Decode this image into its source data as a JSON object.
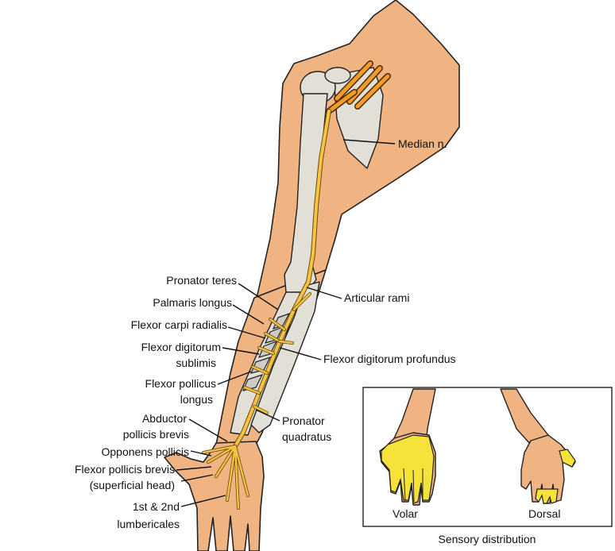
{
  "labels": {
    "median_n": "Median n.",
    "pronator_teres": "Pronator teres",
    "palmaris_longus": "Palmaris longus",
    "flexor_carpi_radialis": "Flexor carpi radialis",
    "flexor_digitorum_sublimis_1": "Flexor digitorum",
    "flexor_digitorum_sublimis_2": "sublimis",
    "flexor_pollicus_longus_1": "Flexor pollicus",
    "flexor_pollicus_longus_2": "longus",
    "abductor_pollicis_brevis_1": "Abductor",
    "abductor_pollicis_brevis_2": "pollicis brevis",
    "opponens_pollicis": "Opponens pollicis",
    "flexor_pollicis_brevis_1": "Flexor pollicis brevis",
    "flexor_pollicis_brevis_2": "(superficial head)",
    "lumbericales_1": "1st & 2nd",
    "lumbericales_2": "lumbericales",
    "articular_rami": "Articular rami",
    "flexor_digitorum_profundus": "Flexor digitorum profundus",
    "pronator_quadratus_1": "Pronator",
    "pronator_quadratus_2": "quadratus"
  },
  "inset": {
    "volar": "Volar",
    "dorsal": "Dorsal",
    "caption": "Sensory distribution"
  },
  "colors": {
    "skin": "#f0b483",
    "bone": "#e2e0d6",
    "nerve": "#f5c542",
    "plexus": "#f39c2a",
    "sensory_area": "#f7e23a"
  }
}
